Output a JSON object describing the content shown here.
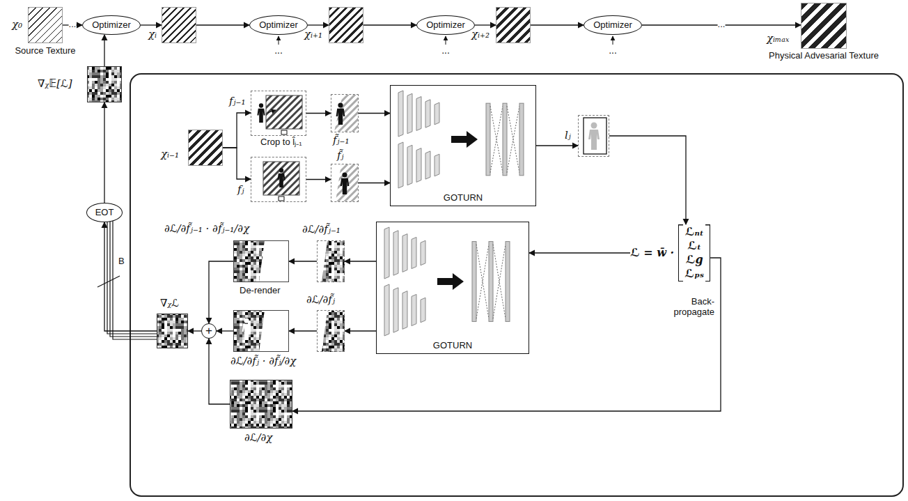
{
  "diagram": {
    "nodes": [
      {
        "text": [
          "χ₀",
          "Source Texture"
        ]
      },
      {
        "text": [
          "Optimizer"
        ]
      },
      {
        "text": [
          "χᵢ"
        ]
      },
      {
        "text": [
          "Optimizer"
        ]
      },
      {
        "text": [
          "χᵢ₊₁"
        ]
      },
      {
        "text": [
          "Optimizer"
        ]
      },
      {
        "text": [
          "χᵢ₊₂"
        ]
      },
      {
        "text": [
          "Optimizer"
        ]
      },
      {
        "text": [
          "χᵢₘₐₓ",
          "Physical Advesarial Texture"
        ]
      },
      {
        "text": [
          "∇ᵪ𝔼[ℒ]"
        ]
      },
      {
        "text": [
          "EOT"
        ]
      },
      {
        "text": [
          "χᵢ₋₁"
        ]
      },
      {
        "text": [
          "fⱼ₋₁"
        ]
      },
      {
        "text": [
          "fⱼ"
        ]
      },
      {
        "text": [
          "f̃ⱼ₋₁"
        ]
      },
      {
        "text": [
          "f̃ⱼ"
        ]
      },
      {
        "text": [
          "GOTURN"
        ]
      },
      {
        "text": [
          "lⱼ"
        ]
      },
      {
        "text": [
          "ℒ = w̄ ·",
          "ℒₙₜ",
          "ℒₜ",
          "ℒg",
          "ℒₚₛ"
        ]
      },
      {
        "text": [
          "GOTURN"
        ]
      },
      {
        "text": [
          "∂ℒ/∂f̃ⱼ₋₁"
        ]
      },
      {
        "text": [
          "∂ℒ/∂f̃ⱼ"
        ]
      },
      {
        "text": [
          "∂ℒ/∂f̃ⱼ₋₁ · ∂f̃ⱼ₋₁/∂χ"
        ]
      },
      {
        "text": [
          "∂ℒ/∂f̃ⱼ · ∂f̃ⱼ/∂χ"
        ]
      },
      {
        "text": [
          "+"
        ]
      },
      {
        "text": [
          "∂ℒ/∂χ"
        ]
      },
      {
        "text": [
          "∇ᵪℒ"
        ]
      }
    ],
    "edges": [
      {
        "from": 0,
        "to": 1,
        "arrow": "to",
        "label": "..."
      },
      {
        "from": 1,
        "to": 2,
        "arrow": "to"
      },
      {
        "from": 2,
        "to": 3,
        "arrow": "to"
      },
      {
        "from": 3,
        "to": 4,
        "arrow": "to"
      },
      {
        "from": 4,
        "to": 5,
        "arrow": "to"
      },
      {
        "from": 5,
        "to": 6,
        "arrow": "to"
      },
      {
        "from": 6,
        "to": 7,
        "arrow": "to"
      },
      {
        "from": 7,
        "to": 8,
        "arrow": "to",
        "label": "..."
      },
      {
        "from": 9,
        "to": 1,
        "arrow": "to"
      },
      {
        "from": 10,
        "to": 9,
        "arrow": "to"
      },
      {
        "from": 26,
        "to": 10,
        "arrow": "to",
        "label": "B"
      },
      {
        "from": 11,
        "to": 12,
        "arrow": "to"
      },
      {
        "from": 11,
        "to": 13,
        "arrow": "to"
      },
      {
        "from": 12,
        "to": 14,
        "arrow": "to"
      },
      {
        "from": 13,
        "to": 15,
        "arrow": "to"
      },
      {
        "from": 14,
        "to": 16,
        "arrow": "to"
      },
      {
        "from": 15,
        "to": 16,
        "arrow": "to"
      },
      {
        "from": 16,
        "to": 17,
        "arrow": "to"
      },
      {
        "from": 17,
        "to": 18,
        "arrow": "to"
      },
      {
        "from": 18,
        "to": 19,
        "arrow": "to"
      },
      {
        "from": 19,
        "to": 20,
        "arrow": "to"
      },
      {
        "from": 19,
        "to": 21,
        "arrow": "to"
      },
      {
        "from": 20,
        "to": 22,
        "arrow": "to"
      },
      {
        "from": 21,
        "to": 23,
        "arrow": "to"
      },
      {
        "from": 22,
        "to": 24,
        "arrow": "to"
      },
      {
        "from": 23,
        "to": 24,
        "arrow": "to"
      },
      {
        "from": 25,
        "to": 24,
        "arrow": "to"
      },
      {
        "from": 24,
        "to": 26,
        "arrow": "to"
      },
      {
        "from": 18,
        "to": 25,
        "arrow": "to",
        "label": "Back-propagate"
      }
    ],
    "labels": [
      "...",
      "...",
      "...",
      "Crop to l̂ⱼ₋₁",
      "De-render"
    ]
  }
}
